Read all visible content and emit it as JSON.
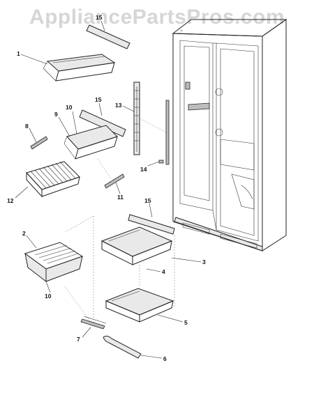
{
  "watermark": "AppliancePartsPros.com",
  "callouts": {
    "c1": "1",
    "c2": "2",
    "c3": "3",
    "c4": "4",
    "c5": "5",
    "c6": "6",
    "c7": "7",
    "c8": "8",
    "c9": "9",
    "c10a": "10",
    "c10b": "10",
    "c11": "11",
    "c12": "12",
    "c13": "13",
    "c14": "14",
    "c15a": "15",
    "c15b": "15",
    "c15c": "15"
  }
}
